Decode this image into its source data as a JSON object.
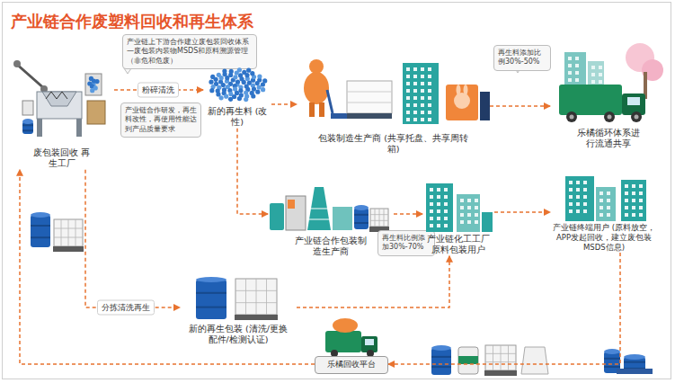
{
  "diagram": {
    "title": "产业链合作废塑料回收和再生体系",
    "nodes": [
      {
        "text": [
          "废包装回收 再生工厂"
        ]
      },
      {
        "text": [
          "产业链上下游合作建立废包装回收体系—废包装内装物MSDS和原料溯源管理（非危和危废）"
        ]
      },
      {
        "text": [
          "新的再生料 (改性)"
        ]
      },
      {
        "text": [
          "产业链合作研发，再生料改性，再使用性能达到产品质量要求"
        ]
      },
      {
        "text": [
          "包装制造生产商 (共享托盘、共享周转箱)"
        ]
      },
      {
        "text": [
          "再生料添加比例30%-50%"
        ]
      },
      {
        "text": [
          "乐橘循环体系进行流通共享"
        ]
      },
      {
        "text": [
          "产业链合作包装制造生产商"
        ]
      },
      {
        "text": [
          "再生料比例添加30%-70%"
        ]
      },
      {
        "text": [
          "产业链化工工厂 原料包装用户"
        ]
      },
      {
        "text": [
          "产业链终端用户 (原料放空，APP发起回收，建立废包装MSDS信息)"
        ]
      },
      {
        "text": [
          "新的再生包装 (清洗/更换配件/检测认证)"
        ]
      },
      {
        "text": [
          "乐橘回收平台"
        ]
      }
    ],
    "edges": [
      {
        "from": 0,
        "to": 2,
        "arrow": "to",
        "label": "粉碎清洗"
      },
      {
        "from": 2,
        "to": 4,
        "arrow": "to"
      },
      {
        "from": 4,
        "to": 6,
        "arrow": "to"
      },
      {
        "from": 2,
        "to": 7,
        "arrow": "to"
      },
      {
        "from": 7,
        "to": 9,
        "arrow": "to"
      },
      {
        "from": 9,
        "to": 10,
        "arrow": "to"
      },
      {
        "from": 10,
        "to": 12,
        "arrow": "to"
      },
      {
        "from": 12,
        "to": 0,
        "arrow": "to"
      },
      {
        "from": 0,
        "to": 11,
        "arrow": "to",
        "label": "分拣清洗再生"
      },
      {
        "from": 11,
        "to": 9,
        "arrow": "to"
      }
    ]
  }
}
